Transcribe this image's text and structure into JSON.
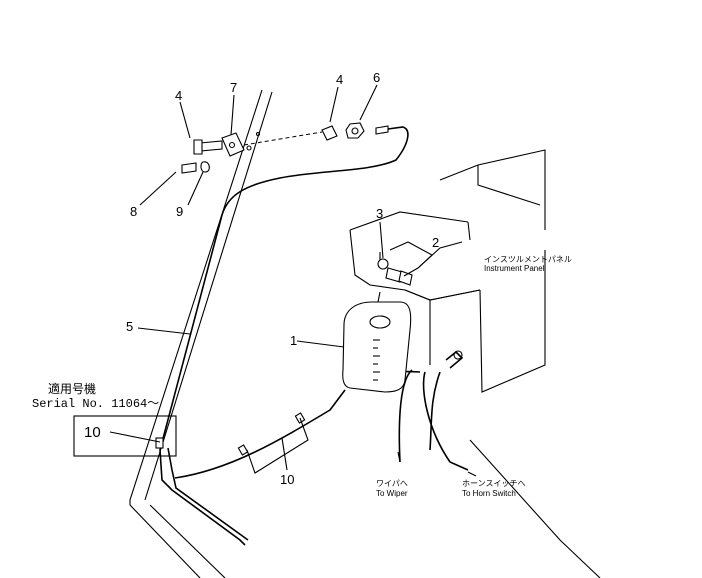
{
  "callouts": {
    "c1": "1",
    "c2": "2",
    "c3": "3",
    "c4a": "4",
    "c4b": "4",
    "c5": "5",
    "c6": "6",
    "c7": "7",
    "c8": "8",
    "c9": "9",
    "c10_box": "10",
    "c10": "10"
  },
  "notes": {
    "instrument_panel_jp": "インスツルメントパネル",
    "instrument_panel_en": "Instrument Panel",
    "wiper_jp": "ワイパへ",
    "wiper_en": "To Wiper",
    "horn_jp": "ホーンスイッチへ",
    "horn_en": "To Horn Switch"
  },
  "serial": {
    "label_jp": "適用号機",
    "label_en": "Serial No. 11064～"
  }
}
